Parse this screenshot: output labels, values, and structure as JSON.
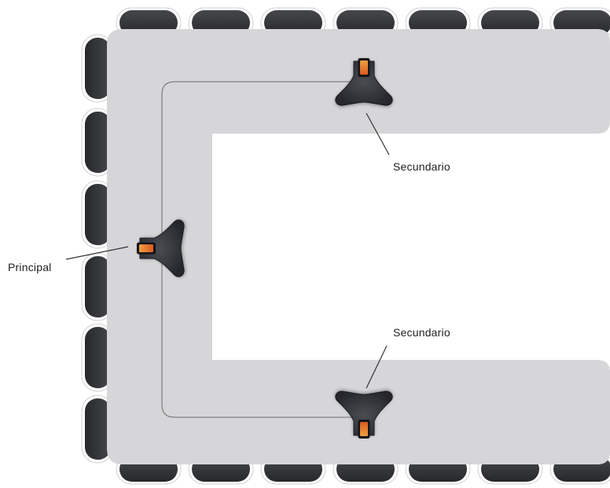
{
  "labels": {
    "principal": "Principal",
    "secondary_top": "Secundario",
    "secondary_bottom": "Secundario"
  },
  "colors": {
    "table": "#d6d6d8",
    "chair": "#303133",
    "chair_rim": "#ffffff",
    "cable": "#6c6c6c",
    "device_body": "#2f3237",
    "device_screen": "#e1702a",
    "leader_line": "#333333"
  },
  "icons": {
    "device": "speakerphone-icon",
    "chair": "chair-icon"
  }
}
